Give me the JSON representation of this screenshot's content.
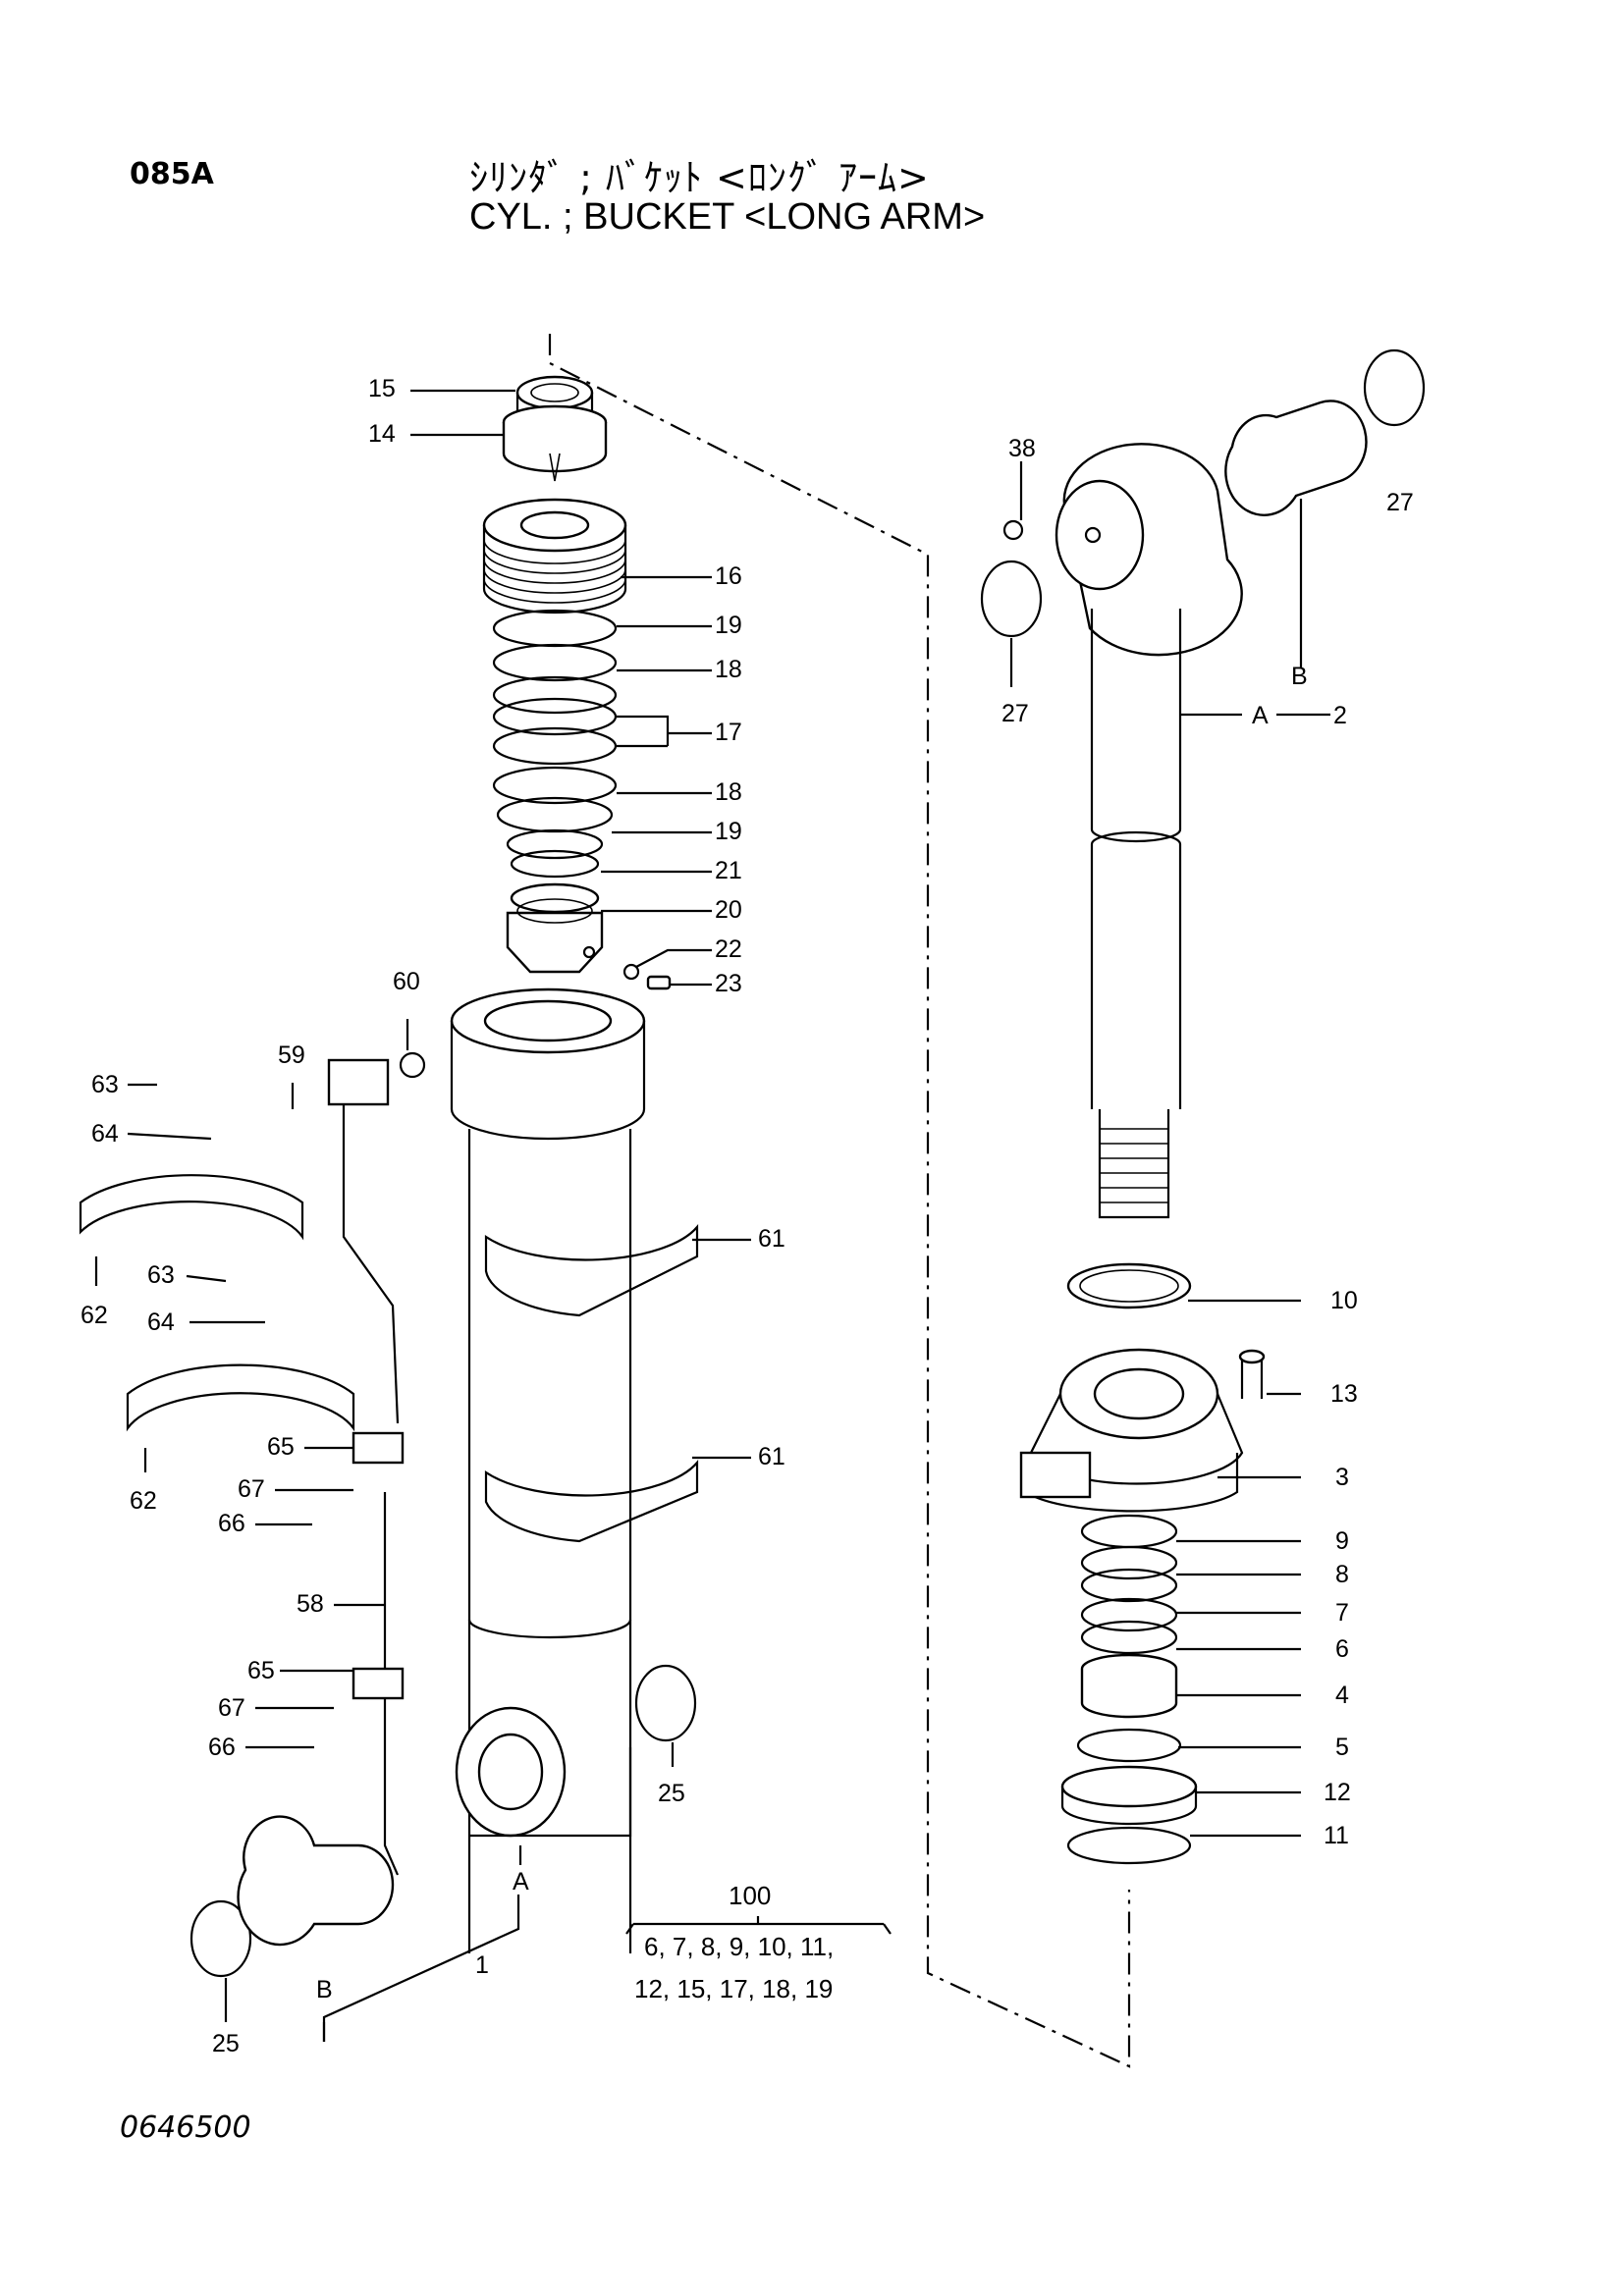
{
  "header": {
    "code": "085A",
    "title_jp": "ｼﾘﾝﾀﾞ ; ﾊﾞｹｯﾄ <ﾛﾝｸﾞ ｱｰﾑ>",
    "title_en": "CYL. ; BUCKET <LONG ARM>"
  },
  "labels": {
    "p15": "15",
    "p14": "14",
    "p16": "16",
    "p19a": "19",
    "p18a": "18",
    "p17": "17",
    "p18b": "18",
    "p19b": "19",
    "p21": "21",
    "p20": "20",
    "p22": "22",
    "p23": "23",
    "p60": "60",
    "p59": "59",
    "p63a": "63",
    "p64a": "64",
    "p62a": "62",
    "p61a": "61",
    "p63b": "63",
    "p64b": "64",
    "p62b": "62",
    "p65a": "65",
    "p67a": "67",
    "p66a": "66",
    "p61b": "61",
    "p58": "58",
    "p65b": "65",
    "p67b": "67",
    "p66b": "66",
    "p25a": "25",
    "p25b": "25",
    "pA1": "A",
    "pB1": "B",
    "p1": "1",
    "p38": "38",
    "p27a": "27",
    "p27b": "27",
    "pB2": "B",
    "pA2": "A",
    "p2": "2",
    "p10": "10",
    "p13": "13",
    "p3": "3",
    "p9": "9",
    "p8": "8",
    "p7": "7",
    "p6": "6",
    "p4": "4",
    "p5": "5",
    "p12": "12",
    "p11": "11"
  },
  "kit": {
    "number": "100",
    "line1": "6, 7, 8, 9, 10, 11,",
    "line2": "12, 15, 17, 18, 19"
  },
  "footer": {
    "drawing_no": "0646500"
  }
}
